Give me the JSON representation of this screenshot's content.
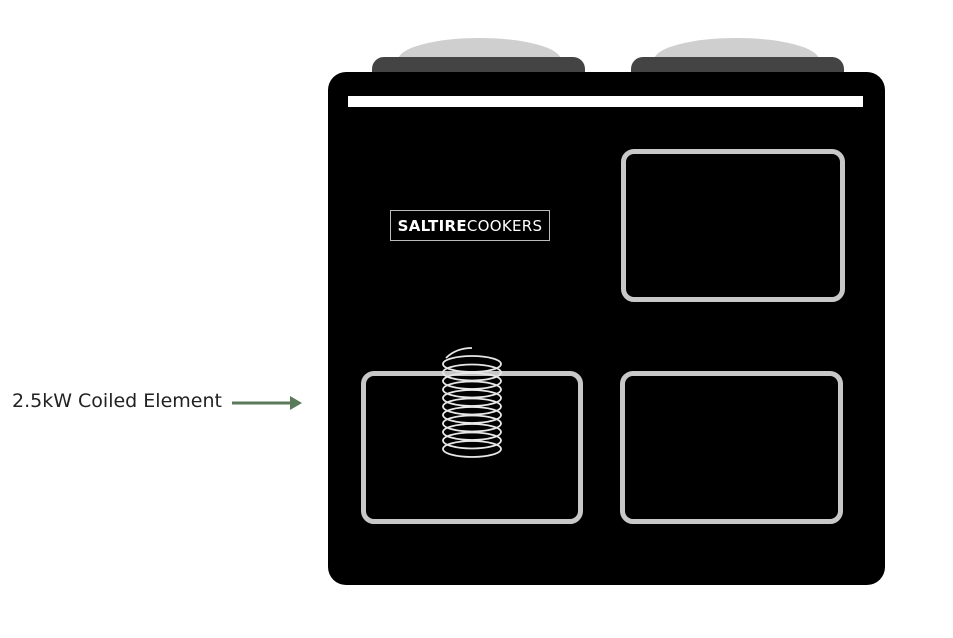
{
  "logo": {
    "brand_bold": "SALTIRE",
    "brand_light": "COOKERS"
  },
  "annotation": {
    "label": "2.5kW Coiled Element",
    "arrow_color": "#5a7a5a"
  },
  "colors": {
    "body": "#000000",
    "plate_ring": "#c8c8c8",
    "lid": "#444444",
    "dome": "#cfcfcf"
  }
}
